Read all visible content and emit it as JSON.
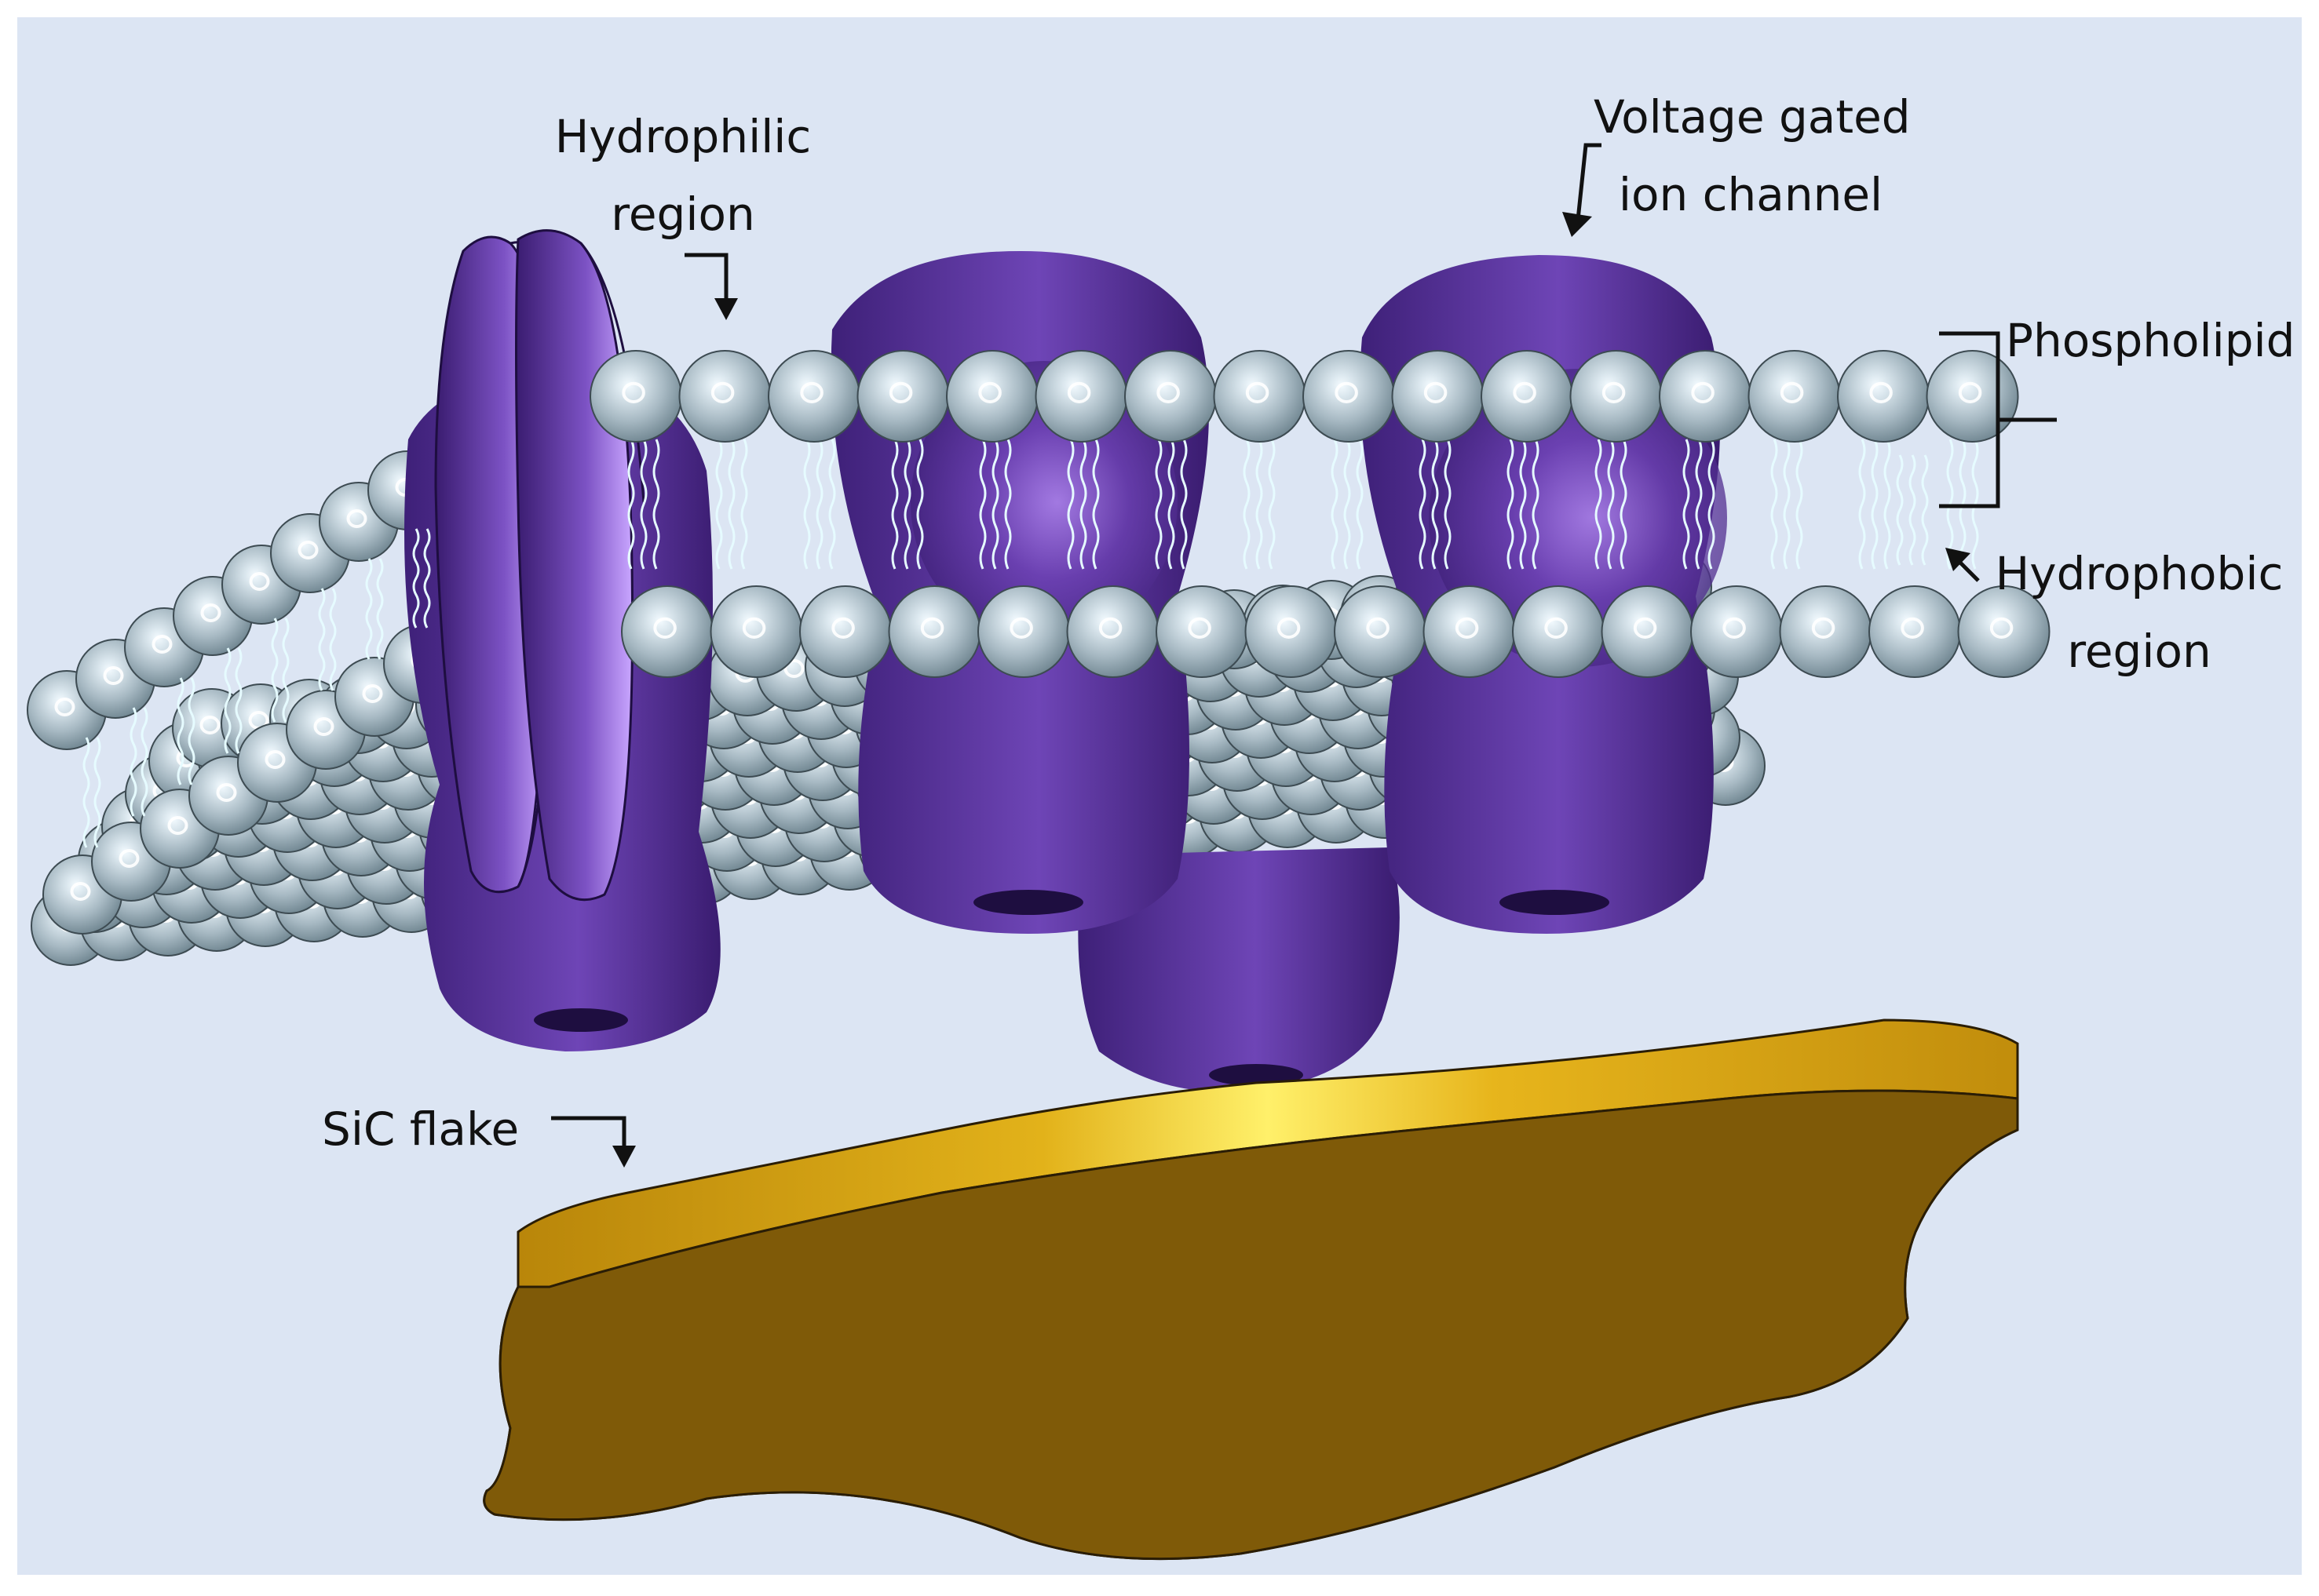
{
  "labels": {
    "hydrophilic": [
      "Hydrophilic",
      "region"
    ],
    "voltage_gated": [
      "Voltage gated",
      "ion channel"
    ],
    "phospholipid": "Phospholipid",
    "hydrophobic": [
      "Hydrophobic",
      "region"
    ],
    "sic_flake": "SiC flake"
  },
  "colors": {
    "background": "#dce5f3",
    "frame": "#ffffff",
    "lipid_head": "#9fb2bd",
    "lipid_head_highlight": "#f4fbff",
    "lipid_tail": "#e6fbff",
    "protein": "#4d2a8c",
    "protein_light": "#b58cf2",
    "protein_dark": "#2a1458",
    "flake_top": "#d8a510",
    "flake_highlight": "#fff06a",
    "flake_side": "#7f5a08",
    "text": "#111111"
  }
}
